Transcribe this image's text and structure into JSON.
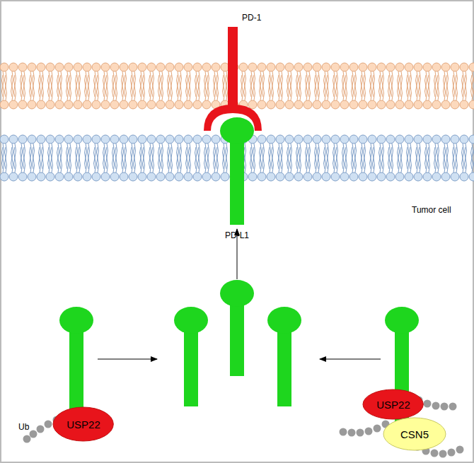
{
  "diagram": {
    "nodes": [
      {
        "text": [
          "USP22"
        ]
      },
      {
        "text": [
          "USP22"
        ]
      },
      {
        "text": [
          "CSN5"
        ]
      }
    ],
    "labels": [
      "PD-1",
      "PD-L1",
      "Tumor cell",
      "Ub"
    ]
  }
}
